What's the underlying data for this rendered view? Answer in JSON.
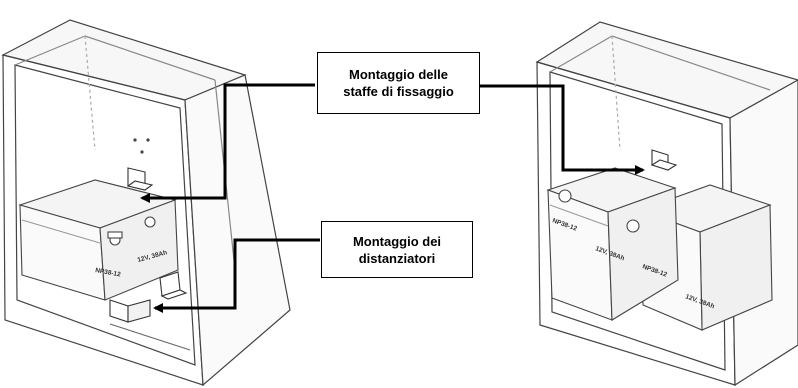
{
  "callouts": {
    "brackets": {
      "line1": "Montaggio delle",
      "line2": "staffe di fissaggio"
    },
    "spacers": {
      "line1": "Montaggio dei",
      "line2": "distanziatori"
    }
  },
  "battery_labels": {
    "left": {
      "model": "NP38-12",
      "spec": "12V, 38Ah"
    },
    "right_front": {
      "model": "NP38-12",
      "spec": "12V, 38Ah"
    },
    "right_back": {
      "model": "NP38-12",
      "spec": "12V, 38Ah"
    }
  },
  "colors": {
    "line": "#444444",
    "arrow": "#000000",
    "background": "#ffffff"
  }
}
